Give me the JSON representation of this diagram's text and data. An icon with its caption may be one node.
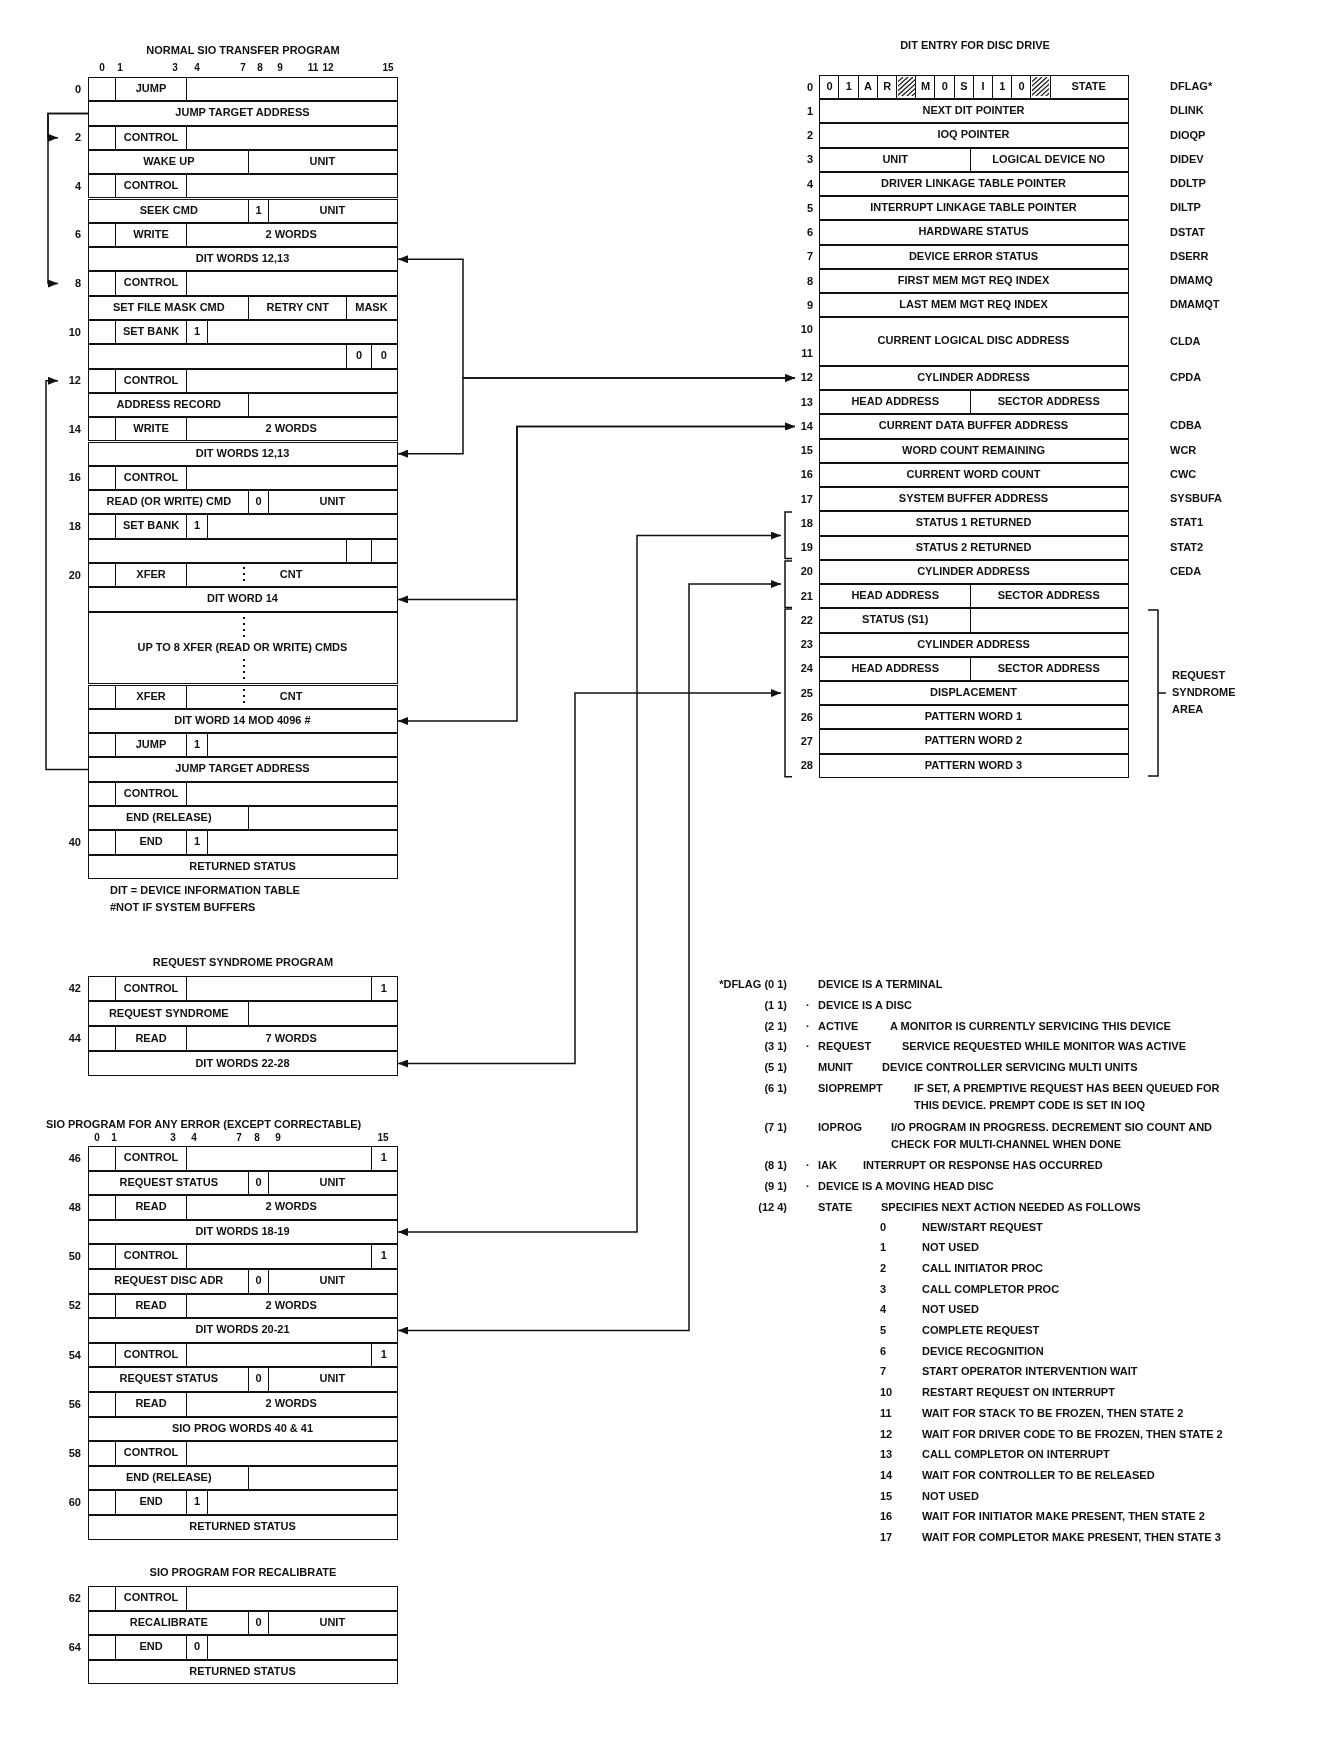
{
  "diagram": {
    "nodes": [
      {
        "text": [
          "JUMP"
        ],
        "beside": [
          "0"
        ]
      },
      {
        "text": [
          "JUMP TARGET ADDRESS"
        ]
      },
      {
        "text": [
          "CONTROL"
        ],
        "beside": [
          "2"
        ]
      },
      {
        "text": [
          "WAKE UP",
          "UNIT"
        ]
      },
      {
        "text": [
          "CONTROL"
        ],
        "beside": [
          "4"
        ]
      },
      {
        "text": [
          "SEEK CMD",
          "1",
          "UNIT"
        ]
      },
      {
        "text": [
          "WRITE",
          "2 WORDS"
        ],
        "beside": [
          "6"
        ]
      },
      {
        "text": [
          "DIT WORDS 12,13"
        ]
      },
      {
        "text": [
          "CONTROL"
        ],
        "beside": [
          "8"
        ]
      },
      {
        "text": [
          "SET FILE MASK CMD",
          "RETRY CNT",
          "MASK"
        ]
      },
      {
        "text": [
          "SET BANK",
          "1"
        ],
        "beside": [
          "10"
        ]
      },
      {
        "text": [
          "0",
          "0"
        ]
      },
      {
        "text": [
          "CONTROL"
        ],
        "beside": [
          "12"
        ]
      },
      {
        "text": [
          "ADDRESS RECORD"
        ]
      },
      {
        "text": [
          "WRITE",
          "2 WORDS"
        ],
        "beside": [
          "14"
        ]
      },
      {
        "text": [
          "DIT WORDS 12,13"
        ]
      },
      {
        "text": [
          "CONTROL"
        ],
        "beside": [
          "16"
        ]
      },
      {
        "text": [
          "READ (OR WRITE) CMD",
          "0",
          "UNIT"
        ]
      },
      {
        "text": [
          "SET BANK",
          "1"
        ],
        "beside": [
          "18"
        ]
      },
      {
        "text": [],
        "shape": "box"
      },
      {
        "text": [
          "XFER",
          "CNT"
        ],
        "beside": [
          "20"
        ]
      },
      {
        "text": [
          "DIT WORD 14"
        ]
      },
      {
        "text": [
          "UP TO 8 XFER (READ OR WRITE) CMDS"
        ]
      },
      {
        "text": [
          "XFER",
          "CNT"
        ]
      },
      {
        "text": [
          "DIT WORD 14 MOD 4096 #"
        ]
      },
      {
        "text": [
          "JUMP",
          "1"
        ]
      },
      {
        "text": [
          "JUMP TARGET ADDRESS"
        ]
      },
      {
        "text": [
          "CONTROL"
        ]
      },
      {
        "text": [
          "END (RELEASE)"
        ]
      },
      {
        "text": [
          "END",
          "1"
        ],
        "beside": [
          "40"
        ]
      },
      {
        "text": [
          "RETURNED STATUS"
        ]
      },
      {
        "text": [
          "CONTROL",
          "1"
        ],
        "beside": [
          "42"
        ]
      },
      {
        "text": [
          "REQUEST SYNDROME"
        ]
      },
      {
        "text": [
          "READ",
          "7 WORDS"
        ],
        "beside": [
          "44"
        ]
      },
      {
        "text": [
          "DIT WORDS 22-28"
        ]
      },
      {
        "text": [
          "CONTROL",
          "1"
        ],
        "beside": [
          "46"
        ]
      },
      {
        "text": [
          "REQUEST STATUS",
          "0",
          "UNIT"
        ]
      },
      {
        "text": [
          "READ",
          "2 WORDS"
        ],
        "beside": [
          "48"
        ]
      },
      {
        "text": [
          "DIT WORDS 18-19"
        ]
      },
      {
        "text": [
          "CONTROL",
          "1"
        ],
        "beside": [
          "50"
        ]
      },
      {
        "text": [
          "REQUEST DISC ADR",
          "0",
          "UNIT"
        ]
      },
      {
        "text": [
          "READ",
          "2 WORDS"
        ],
        "beside": [
          "52"
        ]
      },
      {
        "text": [
          "DIT WORDS 20-21"
        ]
      },
      {
        "text": [
          "CONTROL",
          "1"
        ],
        "beside": [
          "54"
        ]
      },
      {
        "text": [
          "REQUEST STATUS",
          "0",
          "UNIT"
        ]
      },
      {
        "text": [
          "READ",
          "2 WORDS"
        ],
        "beside": [
          "56"
        ]
      },
      {
        "text": [
          "SIO PROG WORDS 40 & 41"
        ]
      },
      {
        "text": [
          "CONTROL"
        ],
        "beside": [
          "58"
        ]
      },
      {
        "text": [
          "END (RELEASE)"
        ]
      },
      {
        "text": [
          "END",
          "1"
        ],
        "beside": [
          "60"
        ]
      },
      {
        "text": [
          "RETURNED STATUS"
        ]
      },
      {
        "text": [
          "CONTROL"
        ],
        "beside": [
          "62"
        ]
      },
      {
        "text": [
          "RECALIBRATE",
          "0",
          "UNIT"
        ]
      },
      {
        "text": [
          "END",
          "0"
        ],
        "beside": [
          "64"
        ]
      },
      {
        "text": [
          "RETURNED STATUS"
        ]
      },
      {
        "text": [
          "0",
          "1",
          "A",
          "R",
          "M",
          "0",
          "S",
          "I",
          "1",
          "0",
          "STATE"
        ],
        "beside": [
          "0",
          "DFLAG*"
        ]
      },
      {
        "text": [
          "NEXT DIT POINTER"
        ],
        "beside": [
          "1",
          "DLINK"
        ]
      },
      {
        "text": [
          "IOQ POINTER"
        ],
        "beside": [
          "2",
          "DIOQP"
        ]
      },
      {
        "text": [
          "UNIT",
          "LOGICAL DEVICE NO"
        ],
        "beside": [
          "3",
          "DIDEV"
        ]
      },
      {
        "text": [
          "DRIVER LINKAGE TABLE POINTER"
        ],
        "beside": [
          "4",
          "DDLTP"
        ]
      },
      {
        "text": [
          "INTERRUPT LINKAGE TABLE POINTER"
        ],
        "beside": [
          "5",
          "DILTP"
        ]
      },
      {
        "text": [
          "HARDWARE STATUS"
        ],
        "beside": [
          "6",
          "DSTAT"
        ]
      },
      {
        "text": [
          "DEVICE ERROR STATUS"
        ],
        "beside": [
          "7",
          "DSERR"
        ]
      },
      {
        "text": [
          "FIRST MEM MGT REQ INDEX"
        ],
        "beside": [
          "8",
          "DMAMQ"
        ]
      },
      {
        "text": [
          "LAST MEM MGT REQ INDEX"
        ],
        "beside": [
          "9",
          "DMAMQT"
        ]
      },
      {
        "text": [
          "CURRENT LOGICAL DISC ADDRESS"
        ],
        "beside": [
          "10",
          "11",
          "CLDA"
        ]
      },
      {
        "text": [
          "CYLINDER ADDRESS"
        ],
        "beside": [
          "12",
          "CPDA"
        ]
      },
      {
        "text": [
          "HEAD ADDRESS",
          "SECTOR ADDRESS"
        ],
        "beside": [
          "13"
        ]
      },
      {
        "text": [
          "CURRENT DATA BUFFER ADDRESS"
        ],
        "beside": [
          "14",
          "CDBA"
        ]
      },
      {
        "text": [
          "WORD COUNT REMAINING"
        ],
        "beside": [
          "15",
          "WCR"
        ]
      },
      {
        "text": [
          "CURRENT WORD COUNT"
        ],
        "beside": [
          "16",
          "CWC"
        ]
      },
      {
        "text": [
          "SYSTEM BUFFER ADDRESS"
        ],
        "beside": [
          "17",
          "SYSBUFA"
        ]
      },
      {
        "text": [
          "STATUS 1 RETURNED"
        ],
        "beside": [
          "18",
          "STAT1"
        ]
      },
      {
        "text": [
          "STATUS 2 RETURNED"
        ],
        "beside": [
          "19",
          "STAT2"
        ]
      },
      {
        "text": [
          "CYLINDER ADDRESS"
        ],
        "beside": [
          "20",
          "CEDA"
        ]
      },
      {
        "text": [
          "HEAD ADDRESS",
          "SECTOR ADDRESS"
        ],
        "beside": [
          "21"
        ]
      },
      {
        "text": [
          "STATUS (S1)"
        ],
        "beside": [
          "22"
        ]
      },
      {
        "text": [
          "CYLINDER ADDRESS"
        ],
        "beside": [
          "23"
        ]
      },
      {
        "text": [
          "HEAD ADDRESS",
          "SECTOR ADDRESS"
        ],
        "beside": [
          "24"
        ]
      },
      {
        "text": [
          "DISPLACEMENT"
        ],
        "beside": [
          "25"
        ]
      },
      {
        "text": [
          "PATTERN WORD 1"
        ],
        "beside": [
          "26"
        ]
      },
      {
        "text": [
          "PATTERN WORD 2"
        ],
        "beside": [
          "27"
        ]
      },
      {
        "text": [
          "PATTERN WORD 3"
        ],
        "beside": [
          "28"
        ]
      },
      {
        "text": [],
        "shape": "bracket"
      },
      {
        "text": [],
        "shape": "bracket"
      },
      {
        "text": [],
        "shape": "bracket"
      }
    ],
    "edges": [
      {
        "from": 1,
        "to": 2,
        "arrow": "to"
      },
      {
        "from": 1,
        "to": 8,
        "arrow": "to"
      },
      {
        "from": 26,
        "to": 12,
        "arrow": "to"
      },
      {
        "from": 7,
        "to": 66,
        "arrow": "both"
      },
      {
        "from": 15,
        "to": 66,
        "arrow": "both"
      },
      {
        "from": 21,
        "to": 68,
        "arrow": "both"
      },
      {
        "from": 24,
        "to": 68,
        "arrow": "both"
      },
      {
        "from": 34,
        "to": 85,
        "arrow": "both"
      },
      {
        "from": 38,
        "to": 83,
        "arrow": "both"
      },
      {
        "from": 42,
        "to": 84,
        "arrow": "both"
      }
    ],
    "labels": [
      "NORMAL SIO TRANSFER PROGRAM",
      "0",
      "1",
      "3",
      "4",
      "7",
      "8",
      "9",
      "11",
      "12",
      "15",
      "DIT = DEVICE INFORMATION TABLE",
      "#NOT IF SYSTEM BUFFERS",
      "REQUEST SYNDROME PROGRAM",
      "SIO PROGRAM FOR ANY ERROR (EXCEPT CORRECTABLE)",
      "0",
      "1",
      "3",
      "4",
      "7",
      "8",
      "9",
      "15",
      "SIO PROGRAM FOR RECALIBRATE",
      "DIT ENTRY FOR DISC DRIVE",
      "REQUEST SYNDROME AREA",
      "*DFLAG (0 1)",
      "DEVICE IS A TERMINAL",
      "(1 1)",
      "·",
      "DEVICE IS A DISC",
      "(2 1)",
      "·",
      "ACTIVE",
      "A MONITOR IS CURRENTLY SERVICING THIS DEVICE",
      "(3 1)",
      "·",
      "REQUEST",
      "SERVICE REQUESTED WHILE MONITOR WAS ACTIVE",
      "(5 1)",
      "MUNIT",
      "DEVICE CONTROLLER SERVICING MULTI UNITS",
      "(6 1)",
      "SIOPREMPT",
      "IF SET, A PREMPTIVE REQUEST HAS BEEN QUEUED FOR THIS DEVICE. PREMPT CODE IS SET IN IOQ",
      "(7 1)",
      "IOPROG",
      "I/O PROGRAM IN PROGRESS. DECREMENT SIO COUNT AND CHECK FOR MULTI-CHANNEL WHEN DONE",
      "(8 1)",
      "·",
      "IAK",
      "INTERRUPT OR RESPONSE HAS OCCURRED",
      "(9 1)",
      "·",
      "DEVICE IS A MOVING HEAD DISC",
      "(12 4)",
      "STATE",
      "SPECIFIES NEXT ACTION NEEDED AS FOLLOWS",
      "0",
      "NEW/START REQUEST",
      "1",
      "NOT USED",
      "2",
      "CALL INITIATOR PROC",
      "3",
      "CALL COMPLETOR PROC",
      "4",
      "NOT USED",
      "5",
      "COMPLETE REQUEST",
      "6",
      "DEVICE RECOGNITION",
      "7",
      "START OPERATOR INTERVENTION WAIT",
      "10",
      "RESTART REQUEST ON INTERRUPT",
      "11",
      "WAIT FOR STACK TO BE FROZEN, THEN STATE 2",
      "12",
      "WAIT FOR DRIVER CODE TO BE FROZEN, THEN STATE 2",
      "13",
      "CALL COMPLETOR ON INTERRUPT",
      "14",
      "WAIT FOR CONTROLLER TO BE RELEASED",
      "15",
      "NOT USED",
      "16",
      "WAIT FOR INITIATOR MAKE PRESENT, THEN STATE 2",
      "17",
      "WAIT FOR COMPLETOR MAKE PRESENT, THEN STATE 3"
    ]
  }
}
